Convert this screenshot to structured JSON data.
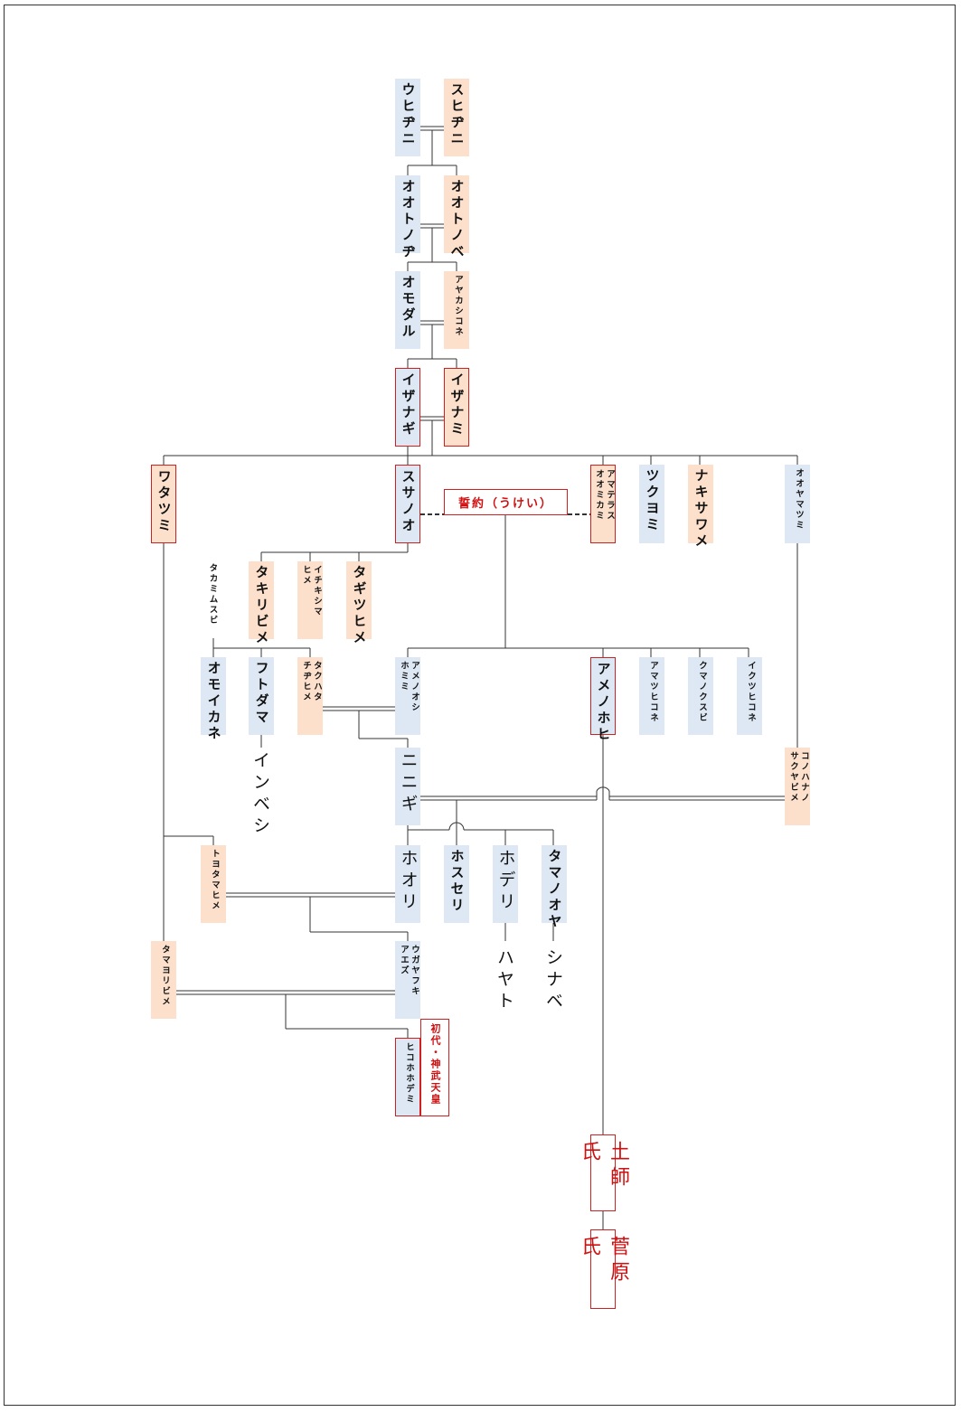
{
  "nodes": {
    "uhijini": [
      "ウヒヂニ"
    ],
    "suhijini": [
      "スヒヂニ"
    ],
    "ootonoji": [
      "オオトノヂ"
    ],
    "ootonobe": [
      "オオトノベ"
    ],
    "omodaru": [
      "オモダル"
    ],
    "ayakashikone": [
      "アヤカシコネ"
    ],
    "izanagi": [
      "イザナギ"
    ],
    "izanami": [
      "イザナミ"
    ],
    "watatsumi": [
      "ワタツミ"
    ],
    "susanoo": [
      "スサノオ"
    ],
    "amaterasu": [
      "アマテラス",
      "オオミカミ"
    ],
    "tsukuyomi": [
      "ツクヨミ"
    ],
    "nakisawame": [
      "ナキサワメ"
    ],
    "ooyamatsumi": [
      "オオヤマツミ"
    ],
    "takiribime": [
      "タキリビメ"
    ],
    "ichikishima": [
      "イチキシマ",
      "ヒメ"
    ],
    "tagitsuhime": [
      "タギツヒメ"
    ],
    "omoikane": [
      "オモイカネ"
    ],
    "futodama": [
      "フトダマ"
    ],
    "takuhata": [
      "タクハタ",
      "チヂヒメ"
    ],
    "amenooshi": [
      "アメノオシ",
      "ホミミ"
    ],
    "amenohohi": [
      "アメノホヒ"
    ],
    "amatsuhikone": [
      "アマツヒコネ"
    ],
    "kumanokusubi": [
      "クマノクスビ"
    ],
    "ikutsuhikone": [
      "イクツヒコネ"
    ],
    "ninigi": [
      "ニニギ"
    ],
    "konohanasakuya": [
      "コノハナノ",
      "サクヤビメ"
    ],
    "toyotamahime": [
      "トヨタマヒメ"
    ],
    "hoori": [
      "ホオリ"
    ],
    "hoseri": [
      "ホスセリ"
    ],
    "hoderi": [
      "ホデリ"
    ],
    "tamanooya": [
      "タマノオヤ"
    ],
    "ugaya": [
      "ウガヤフキ",
      "アエズ"
    ],
    "tamayorihime": [
      "タマヨリビメ"
    ],
    "hikohohodemi": [
      "ヒコホホデミ"
    ]
  },
  "labels": {
    "takamimusubi": "タカミムスビ",
    "inbe": "インベシ",
    "hayato": "ハヤト",
    "shinabe": "シナベ"
  },
  "oath": "誓約（うけい）",
  "jinmu": "初代・神武天皇",
  "clans": {
    "haji": "土師氏",
    "sugawara": "菅原氏"
  },
  "colors": {
    "male": "#dde8f4",
    "female": "#fce0cc",
    "highlight": "#d02020",
    "line": "#333333"
  }
}
